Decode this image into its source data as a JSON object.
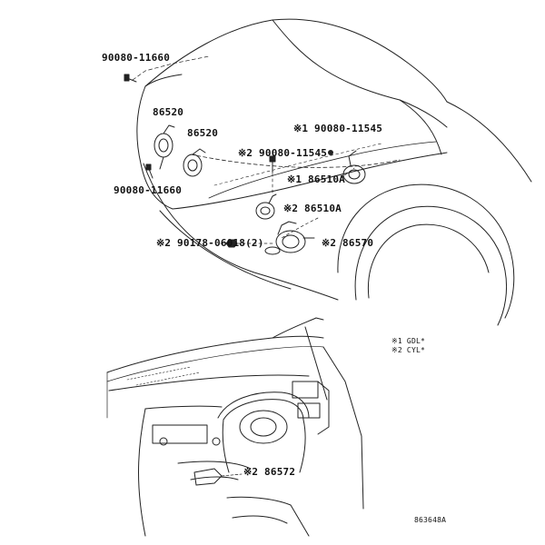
{
  "diagram": {
    "labels": {
      "bolt_top": "90080-11660",
      "horn_high_1": "86520",
      "horn_high_2": "86520",
      "bolt_1": "※1 90080-11545",
      "bolt_2": "※2 90080-11545",
      "bolt_bottom": "90080-11660",
      "horn_low_1": "※1 86510A",
      "horn_low_2": "※2 86510A",
      "nut": "※2 90178-06018(2)",
      "horn_switch": "※2 86570",
      "horn_pad": "※2 86572"
    },
    "notes": {
      "note_1": "※1 GDL*",
      "note_2": "※2 CYL*"
    },
    "illustration_id": "863648A"
  }
}
